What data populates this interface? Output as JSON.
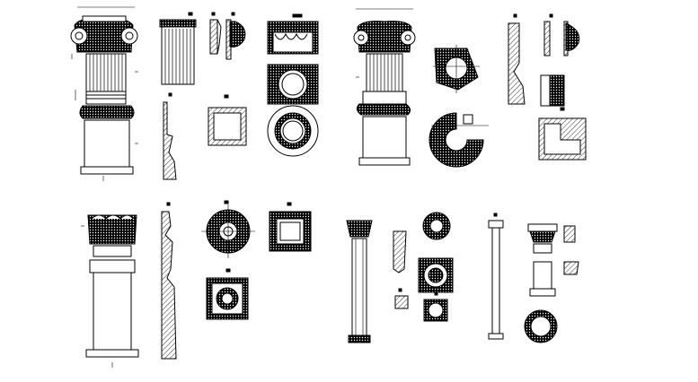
{
  "drawing": {
    "title": "",
    "ink_color": "#000000",
    "paper_color": "#ffffff",
    "views": [
      {
        "id": "ionic-column-elevation"
      },
      {
        "id": "ionic-capital-front"
      },
      {
        "id": "ionic-capital-side"
      },
      {
        "id": "ionic-capital-profile"
      },
      {
        "id": "ionic-capital-volute"
      },
      {
        "id": "capital-plan"
      },
      {
        "id": "base-plan-ring"
      },
      {
        "id": "square-section"
      },
      {
        "id": "column-profile-tall"
      },
      {
        "id": "composite-column-elevation"
      },
      {
        "id": "capital-elevation-right"
      },
      {
        "id": "capital-corner-plan"
      },
      {
        "id": "quarter-ring-plan"
      },
      {
        "id": "cornice-profile-right"
      },
      {
        "id": "corner-angle-section"
      },
      {
        "id": "corinthian-column-elevation"
      },
      {
        "id": "corinthian-profile"
      },
      {
        "id": "rosette-plan"
      },
      {
        "id": "square-frame-plan"
      },
      {
        "id": "coffer-plan"
      },
      {
        "id": "slender-pilaster"
      },
      {
        "id": "ring-plan-small"
      },
      {
        "id": "ornate-square-plan"
      },
      {
        "id": "plain-square-ring"
      },
      {
        "id": "doric-column-thin"
      },
      {
        "id": "doric-capital-detail"
      },
      {
        "id": "round-base-plan"
      }
    ]
  }
}
